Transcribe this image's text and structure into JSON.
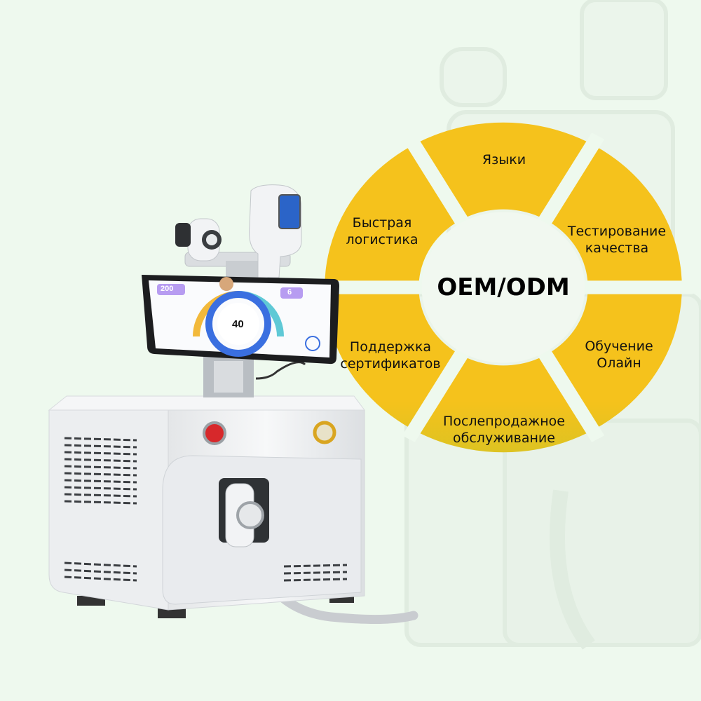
{
  "diagram": {
    "center_label": "OEM/ODM",
    "segments": [
      {
        "label_line1": "Языки",
        "label_line2": ""
      },
      {
        "label_line1": "Тестирование",
        "label_line2": "качества"
      },
      {
        "label_line1": "Обучение",
        "label_line2": "Олайн"
      },
      {
        "label_line1": "Послепродажное",
        "label_line2": "обслуживание"
      },
      {
        "label_line1": "Поддержка",
        "label_line2": "сертификатов"
      },
      {
        "label_line1": "Быстрая",
        "label_line2": "логистика"
      }
    ],
    "colors": {
      "top": "#f5c21c",
      "middle": "#a9c52e",
      "bottom": "#52b92a",
      "background": "#eef9ee"
    }
  },
  "device_screen": {
    "left_value": "200",
    "right_value": "6",
    "center_value": "40"
  }
}
